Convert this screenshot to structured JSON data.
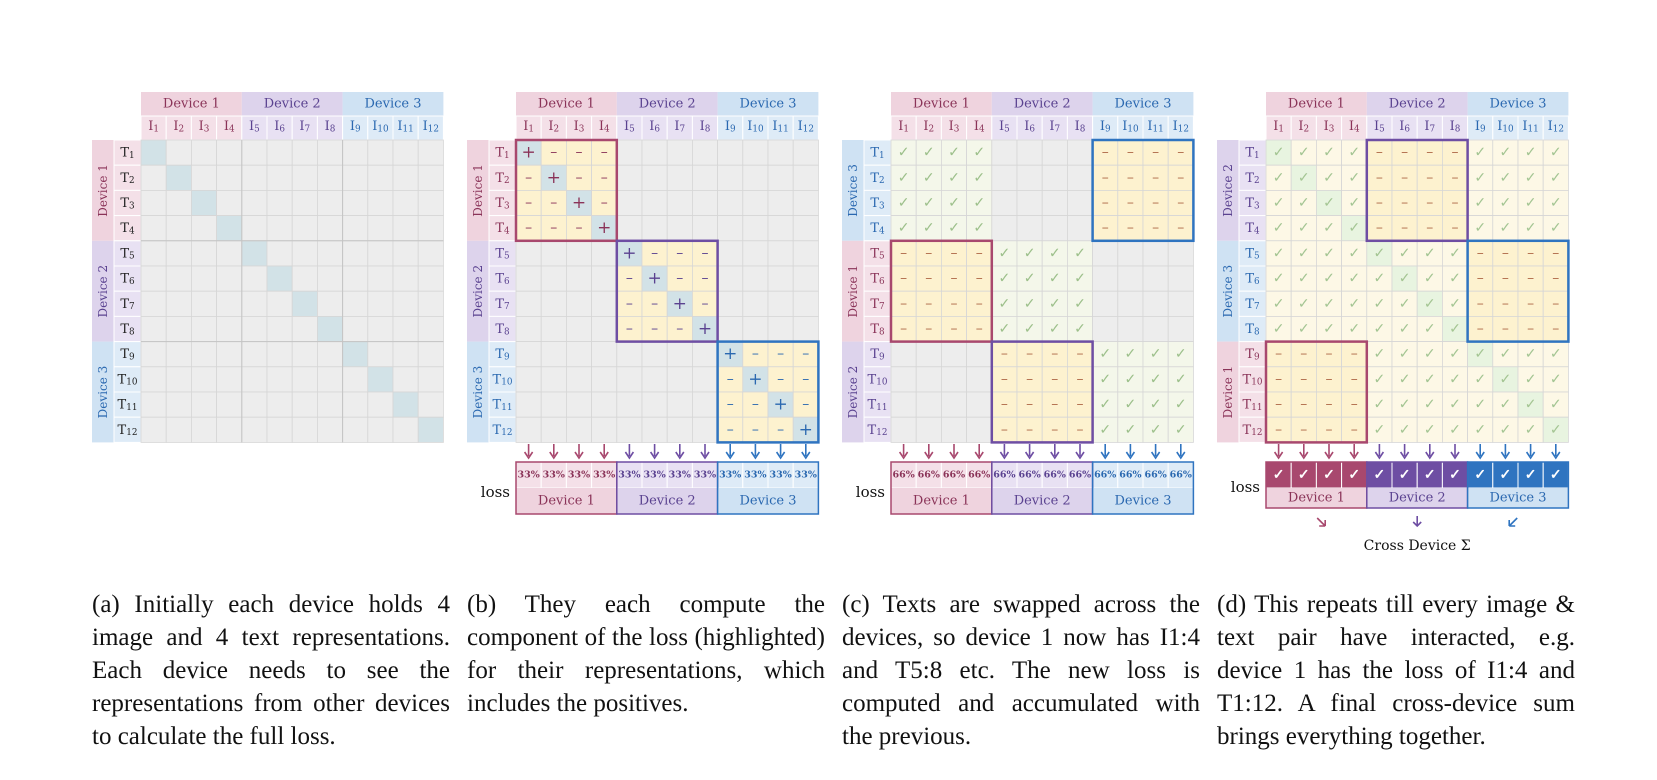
{
  "devices": [
    {
      "label": "Device 1",
      "fill": "#efd3de",
      "border": "#a8486e",
      "text": "#8a3358",
      "sub": "#f4e0e8"
    },
    {
      "label": "Device 2",
      "fill": "#ddd3ec",
      "border": "#6e4ea3",
      "text": "#5a4290",
      "sub": "#e8e1f3"
    },
    {
      "label": "Device 3",
      "fill": "#cfe2f3",
      "border": "#2f74c0",
      "text": "#2a68b0",
      "sub": "#deebf7"
    }
  ],
  "image_labels": [
    "I1",
    "I2",
    "I3",
    "I4",
    "I5",
    "I6",
    "I7",
    "I8",
    "I9",
    "I10",
    "I11",
    "I12"
  ],
  "text_labels": [
    "T1",
    "T2",
    "T3",
    "T4",
    "T5",
    "T6",
    "T7",
    "T8",
    "T9",
    "T10",
    "T11",
    "T12"
  ],
  "panels": [
    {
      "id": "a",
      "row_devices": [
        0,
        1,
        2
      ],
      "loss_label": "",
      "loss_values": [],
      "loss_device_labels": [],
      "sum_label": ""
    },
    {
      "id": "b",
      "row_devices": [
        0,
        1,
        2
      ],
      "loss_label": "loss",
      "loss_values": [
        "33%",
        "33%",
        "33%"
      ],
      "loss_device_labels": [
        "Device 1",
        "Device 2",
        "Device 3"
      ],
      "sum_label": ""
    },
    {
      "id": "c",
      "row_devices": [
        2,
        0,
        1
      ],
      "loss_label": "loss",
      "loss_values": [
        "66%",
        "66%",
        "66%"
      ],
      "loss_device_labels": [
        "Device 1",
        "Device 2",
        "Device 3"
      ],
      "sum_label": ""
    },
    {
      "id": "d",
      "row_devices": [
        1,
        2,
        0
      ],
      "loss_label": "loss",
      "loss_values": [
        "✓",
        "✓",
        "✓"
      ],
      "loss_device_labels": [
        "Device 1",
        "Device 2",
        "Device 3"
      ],
      "sum_label": "Cross Device Σ"
    }
  ],
  "symbols": {
    "positive": "+",
    "negative": "–",
    "done": "✓"
  },
  "captions": [
    "(a) Initially each device holds 4 image and 4 text representations. Each device needs to see the representations from other devices to calculate the full loss.",
    "(b) They each compute the component of the loss (highlighted) for their representations, which includes the positives.",
    "(c) Texts are swapped across the devices, so device 1 now has I1:4 and T5:8 etc. The new loss is computed and accumulated with the previous.",
    "(d) This repeats till every image & text pair have interacted, e.g. device 1 has the loss of I1:4 and T1:12. A final cross-device sum brings everything together."
  ]
}
